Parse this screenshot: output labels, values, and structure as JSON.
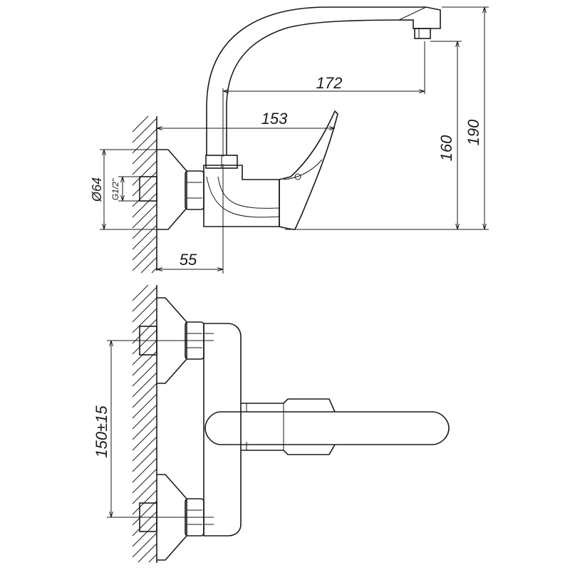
{
  "drawing": {
    "side_view": {
      "dimensions": {
        "spout_reach": "172",
        "body_projection": "153",
        "spout_height": "160",
        "overall_height": "190",
        "flange_diameter": "Ø64",
        "thread_size": "G1/2\"",
        "wall_offset": "55"
      }
    },
    "top_view": {
      "dimensions": {
        "inlet_spacing": "150±15"
      }
    }
  }
}
